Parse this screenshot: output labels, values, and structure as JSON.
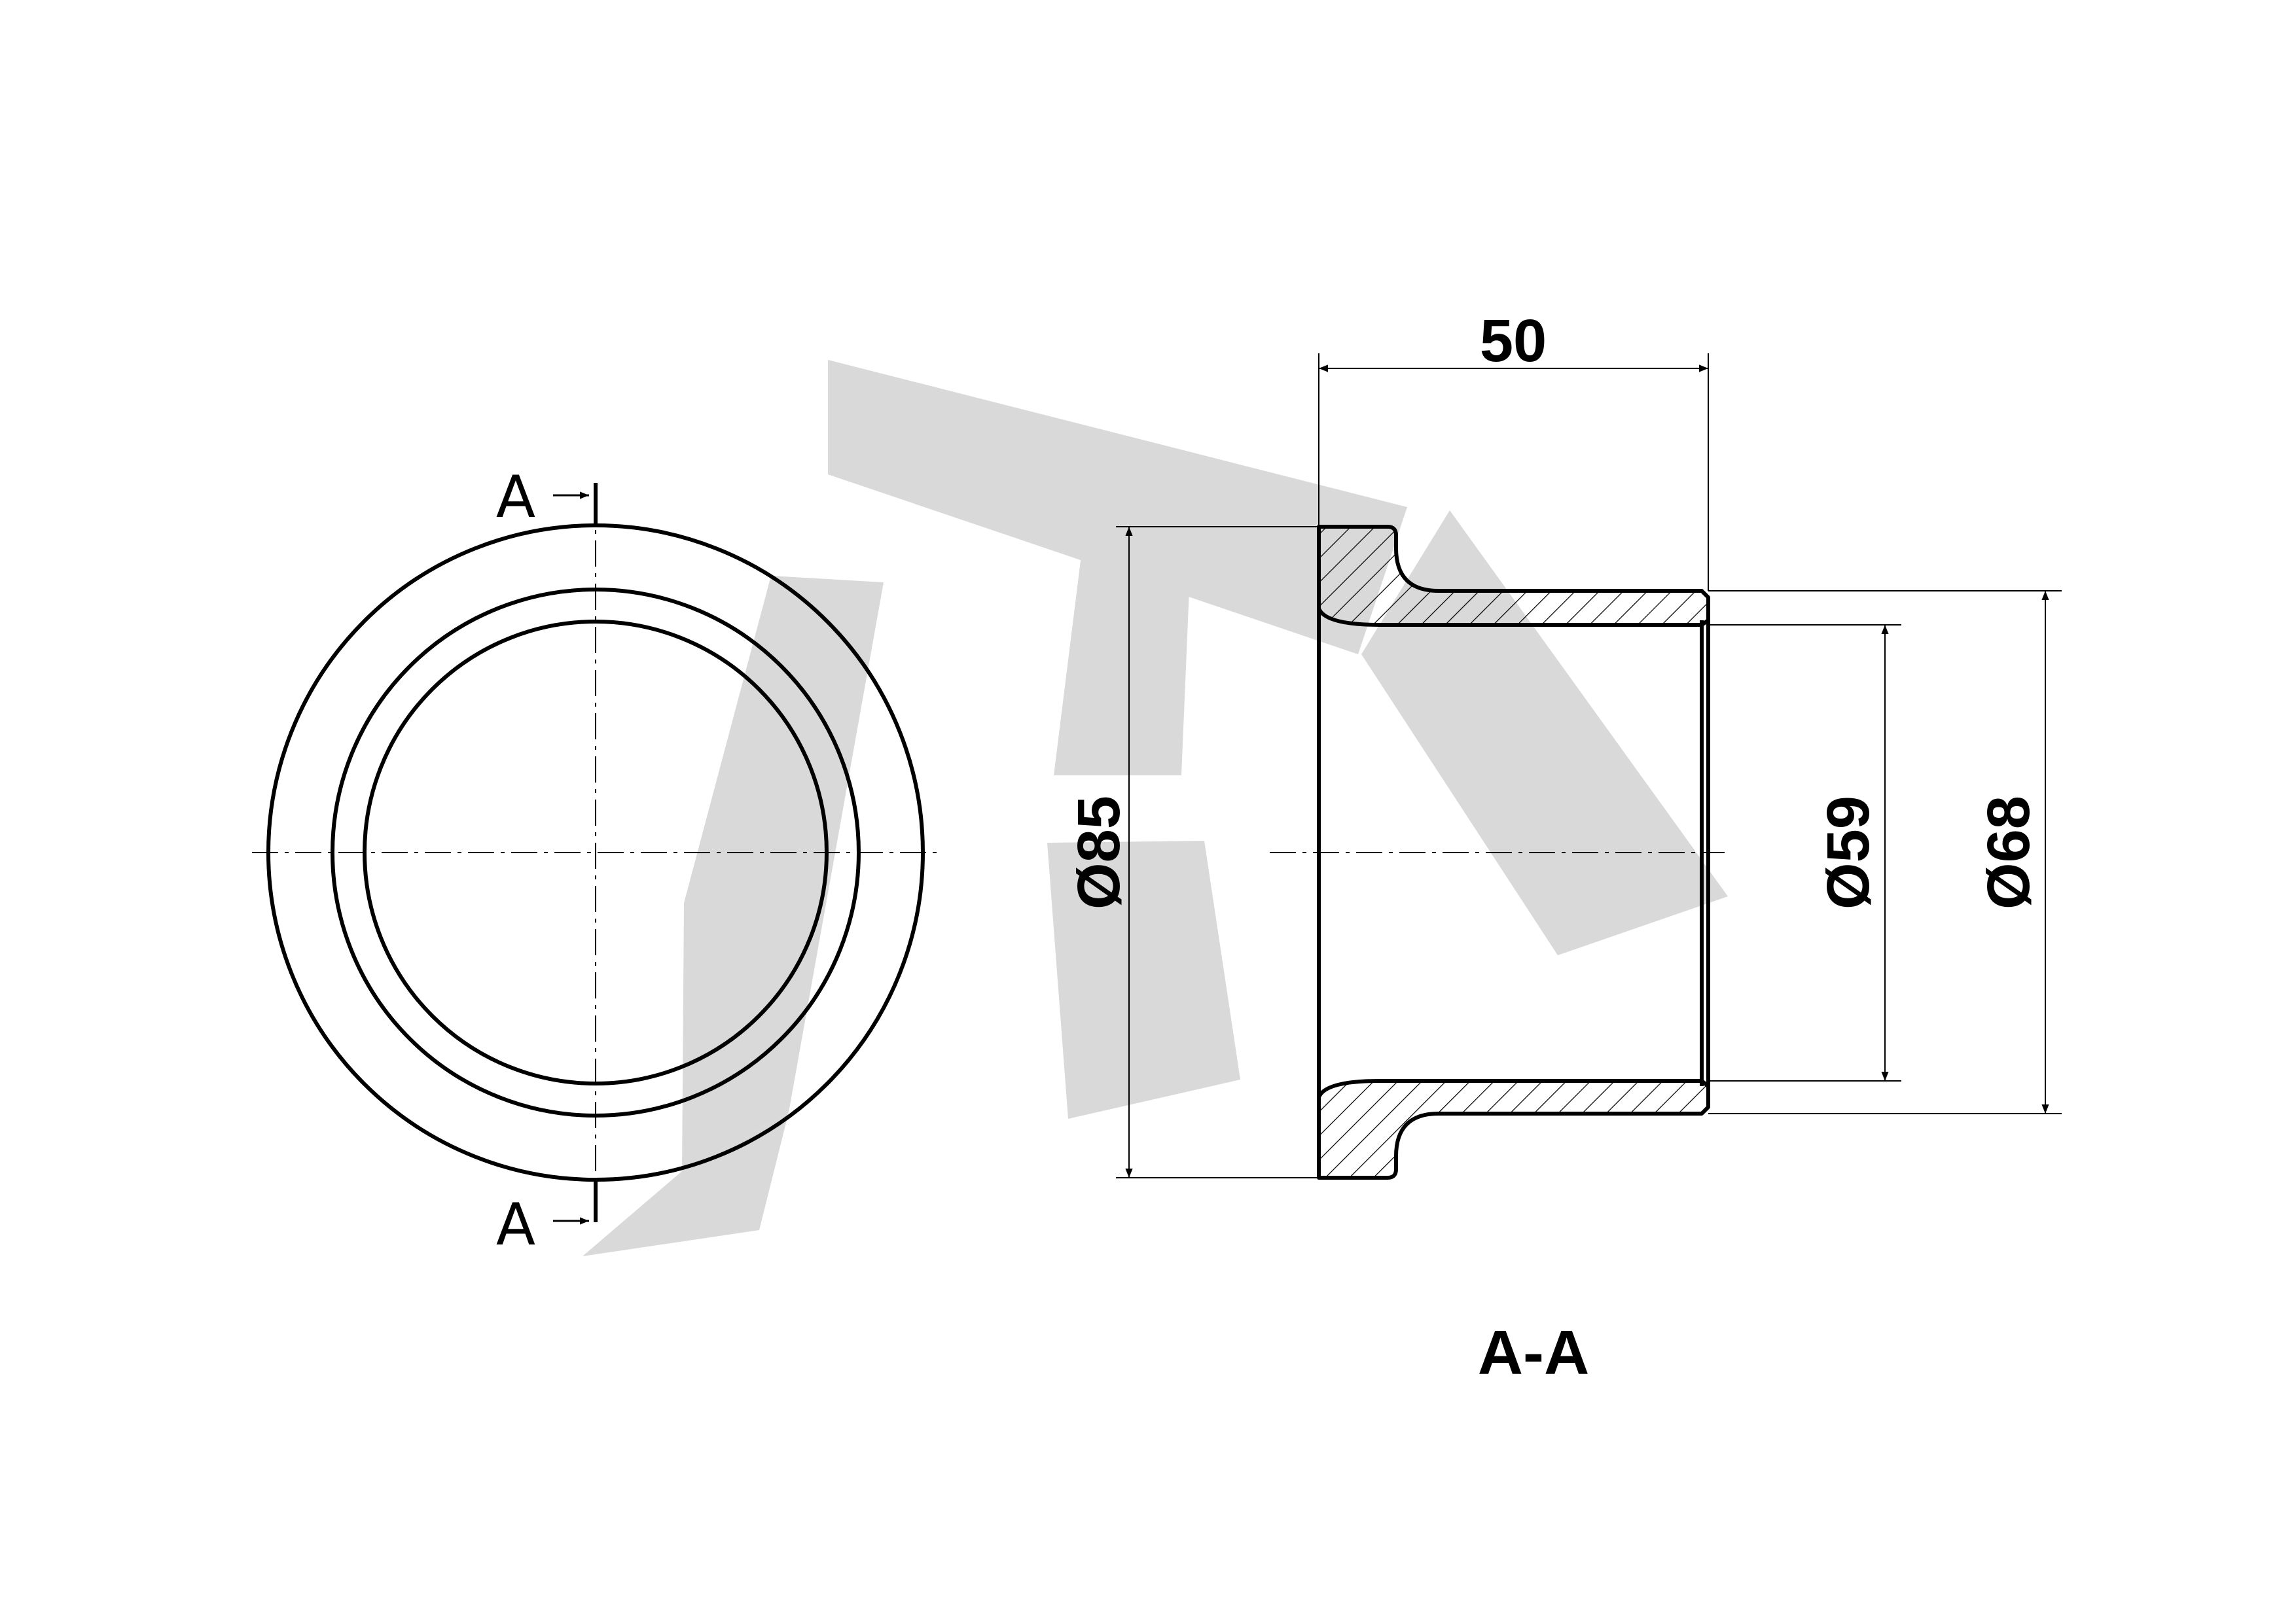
{
  "section_marks": {
    "top": "A",
    "bottom": "A"
  },
  "dimensions": {
    "length": "50",
    "flange_diameter": "Ø85",
    "bore_diameter": "Ø59",
    "outer_diameter": "Ø68"
  },
  "section_title": "A-A",
  "colors": {
    "line": "#000000",
    "watermark": "#d9d9d9",
    "background": "#ffffff"
  }
}
